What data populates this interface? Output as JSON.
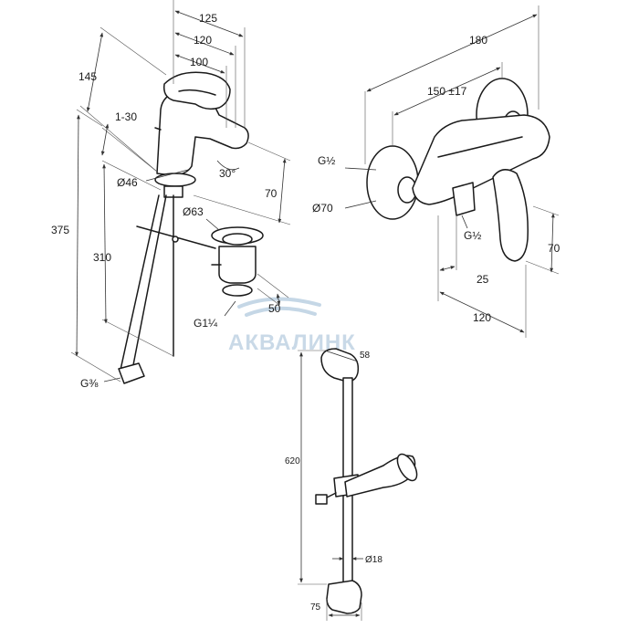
{
  "watermark": {
    "text": "АКВАЛИНК",
    "color": "#b7cde0"
  },
  "basin_mixer": {
    "dims": {
      "d125": "125",
      "d120": "120",
      "d100": "100",
      "d145": "145",
      "d1_30": "1-30",
      "d375": "375",
      "d310": "310",
      "d46": "Ø46",
      "d63": "Ø63",
      "d30deg": "30°",
      "d70": "70",
      "d50": "50",
      "g114": "G1¼",
      "g38": "G⅜"
    }
  },
  "wall_mixer": {
    "dims": {
      "d180": "180",
      "d150": "150 ±17",
      "g12_left": "G½",
      "d70dia": "Ø70",
      "g12_right": "G½",
      "d70": "70",
      "d25": "25",
      "d120": "120"
    }
  },
  "shower_rail": {
    "dims": {
      "d58": "58",
      "d620": "620",
      "d18": "Ø18",
      "d75": "75"
    }
  }
}
